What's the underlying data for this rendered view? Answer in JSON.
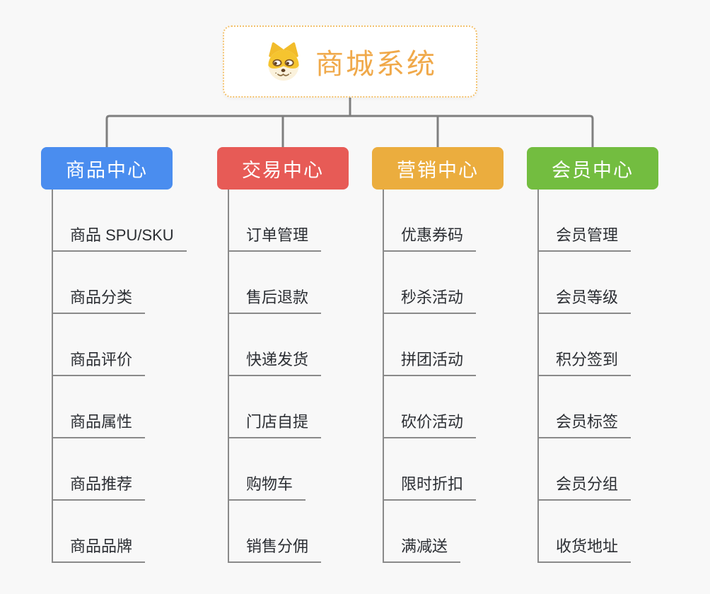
{
  "page": {
    "background": "#F8F8F8",
    "connector_color": "#7F7F7F"
  },
  "root": {
    "title": "商城系统",
    "title_color": "#F0A94A",
    "border_color": "#F3C26E",
    "icon": "dog-face-icon"
  },
  "branches": [
    {
      "label": "商品中心",
      "color": "#4A8DEF",
      "items": [
        "商品 SPU/SKU",
        "商品分类",
        "商品评价",
        "商品属性",
        "商品推荐",
        "商品品牌"
      ]
    },
    {
      "label": "交易中心",
      "color": "#E75B56",
      "items": [
        "订单管理",
        "售后退款",
        "快递发货",
        "门店自提",
        "购物车",
        "销售分佣"
      ]
    },
    {
      "label": "营销中心",
      "color": "#EBAD3E",
      "items": [
        "优惠券码",
        "秒杀活动",
        "拼团活动",
        "砍价活动",
        "限时折扣",
        "满减送"
      ]
    },
    {
      "label": "会员中心",
      "color": "#73BD40",
      "items": [
        "会员管理",
        "会员等级",
        "积分签到",
        "会员标签",
        "会员分组",
        "收货地址"
      ]
    }
  ]
}
